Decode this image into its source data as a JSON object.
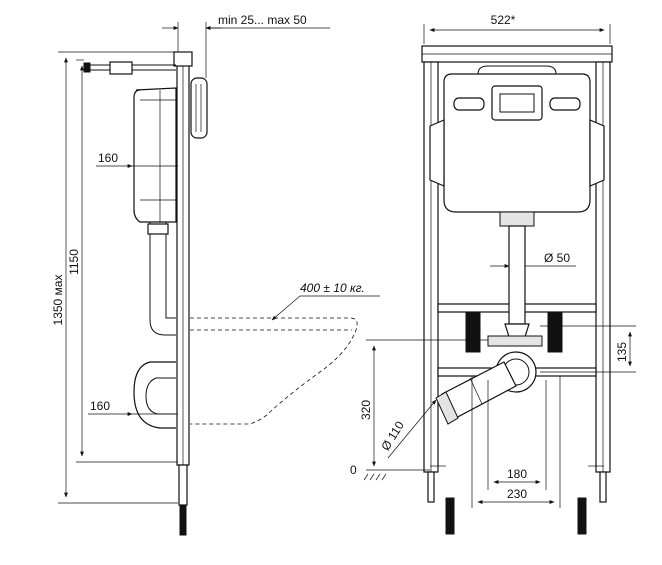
{
  "side_view": {
    "wall_gap_label": "min 25... max 50",
    "height_max_label": "1350 мах",
    "height_label": "1150",
    "tank_depth_label": "160",
    "outlet_depth_label": "160",
    "load_label": "400 ± 10 кг."
  },
  "front_view": {
    "width_label": "522*",
    "pipe_diameter_label": "Ø 50",
    "bolt_spacing_label": "135",
    "outlet_height_label": "320",
    "outlet_diameter_label": "Ø 110",
    "floor_label": "0",
    "inner_spacing_label": "180",
    "outer_spacing_label": "230"
  },
  "colors": {
    "line": "#111111",
    "background": "#ffffff",
    "fill": "#e4e4e4"
  }
}
